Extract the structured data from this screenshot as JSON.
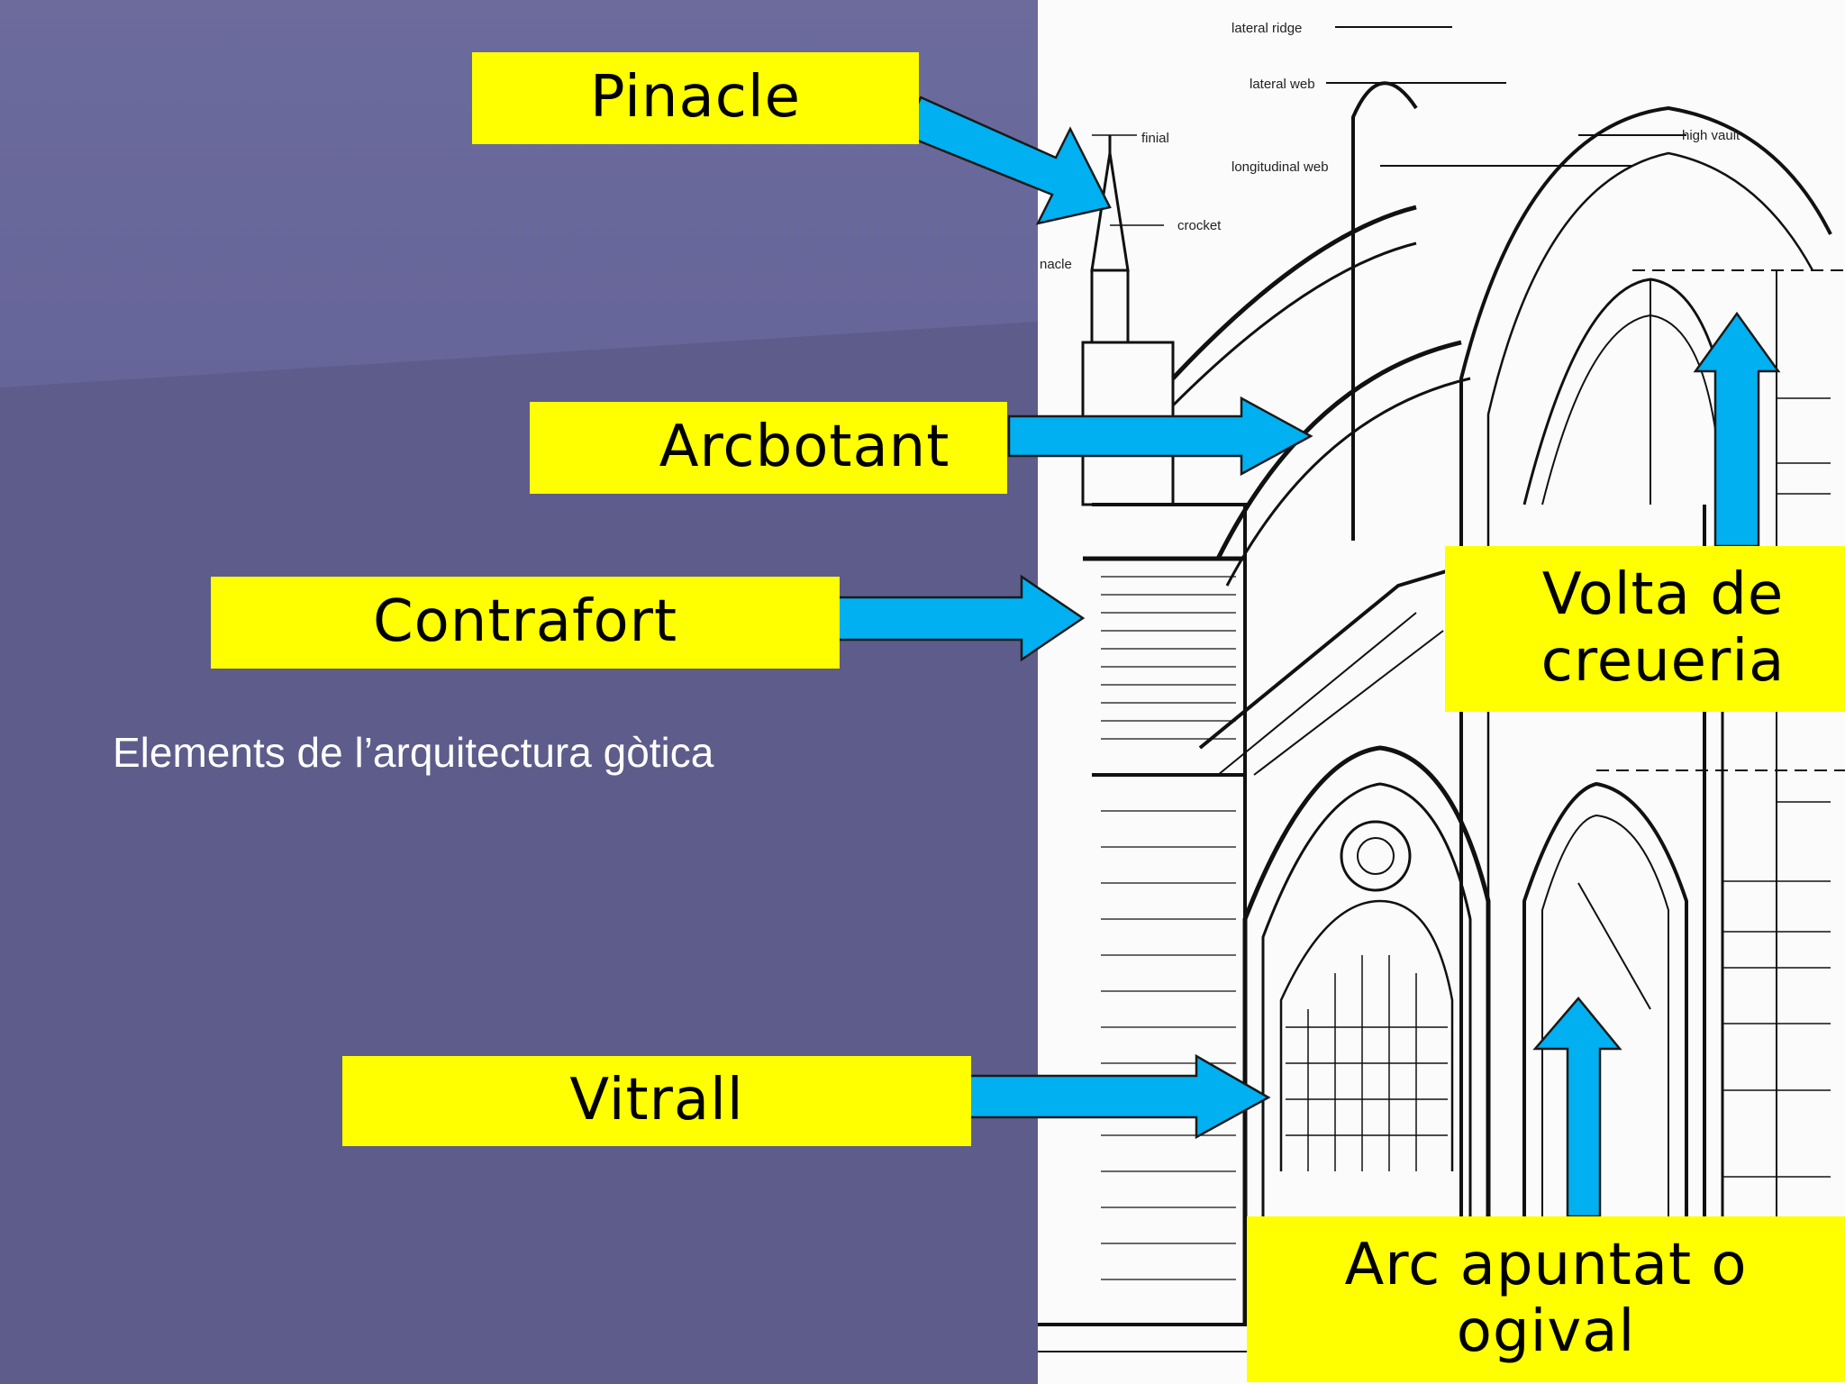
{
  "subtitle": "Elements de l’arquitectura gòtica",
  "labels": {
    "pinacle": "Pinacle",
    "arcbotant": "Arcbotant",
    "contrafort": "Contrafort",
    "vitrall": "Vitrall",
    "volta_line1": "Volta de",
    "volta_line2": "creueria",
    "arc_line1": "Arc apuntat o",
    "arc_line2": "ogival"
  },
  "drawing_labels": {
    "lateral_ridge": "lateral ridge",
    "lateral_web": "lateral web",
    "longitudinal_web": "longitudinal web",
    "high_vault": "high vault",
    "finial": "finial",
    "crocket": "crocket",
    "pinnacle_partial": "nacle"
  },
  "colors": {
    "left_background": "#5d5c8b",
    "label_background": "#ffff00",
    "arrow_fill": "#00b0f0",
    "drawing_background": "#fbfbfb"
  }
}
